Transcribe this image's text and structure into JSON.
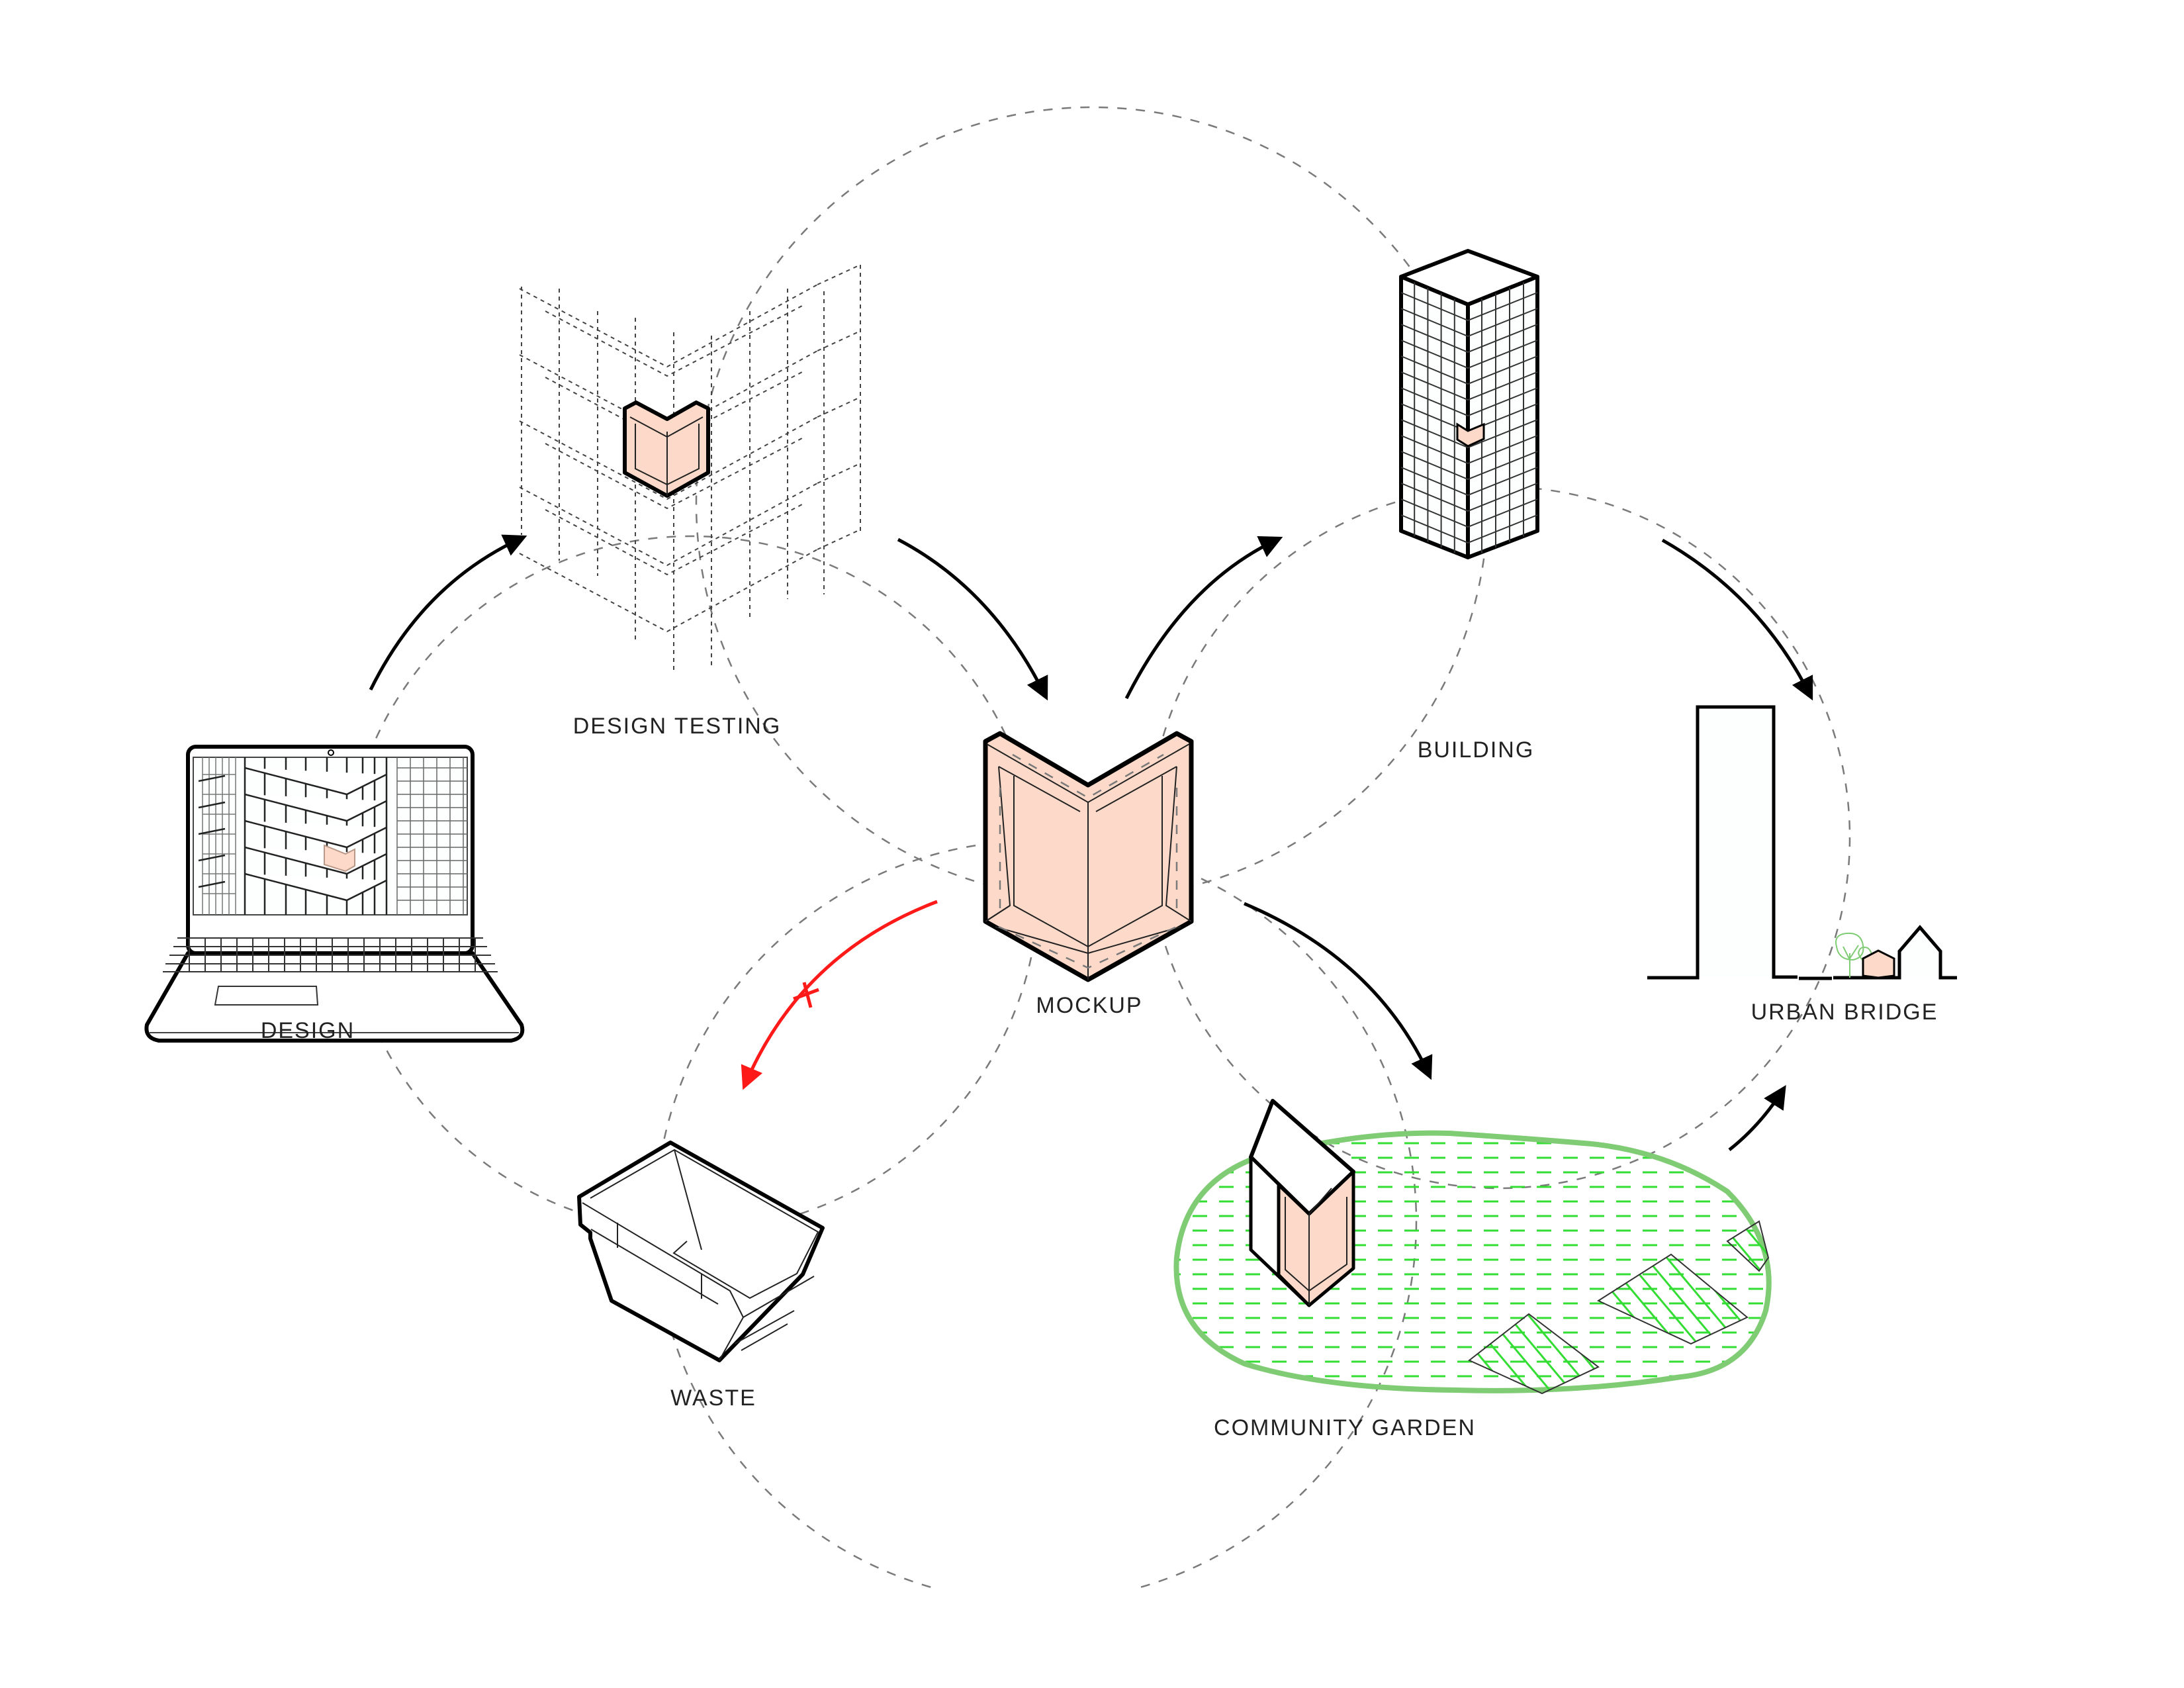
{
  "diagram": {
    "title": "Lifecycle of a facade mockup",
    "nodes": {
      "design": "DESIGN",
      "design_testing": "DESIGN  TESTING",
      "mockup": "MOCKUP",
      "building": "BUILDING",
      "urban_bridge": "URBAN  BRIDGE",
      "community_garden": "COMMUNITY  GARDEN",
      "waste": "WASTE"
    },
    "edges": [
      {
        "from": "DESIGN",
        "to": "DESIGN TESTING",
        "status": "active"
      },
      {
        "from": "DESIGN TESTING",
        "to": "MOCKUP",
        "status": "active"
      },
      {
        "from": "MOCKUP",
        "to": "BUILDING",
        "status": "active"
      },
      {
        "from": "BUILDING",
        "to": "URBAN BRIDGE",
        "status": "active"
      },
      {
        "from": "MOCKUP",
        "to": "COMMUNITY GARDEN",
        "status": "active"
      },
      {
        "from": "COMMUNITY GARDEN",
        "to": "URBAN BRIDGE",
        "status": "active"
      },
      {
        "from": "MOCKUP",
        "to": "WASTE",
        "status": "rejected"
      }
    ],
    "colors": {
      "mockup_fill": "#fcd9c8",
      "rejected_arrow": "#ff1a1a",
      "garden_outline": "#7fcc74",
      "garden_hatch": "#33dd33",
      "line": "#000000",
      "construction_line": "#7a7a7a"
    }
  }
}
